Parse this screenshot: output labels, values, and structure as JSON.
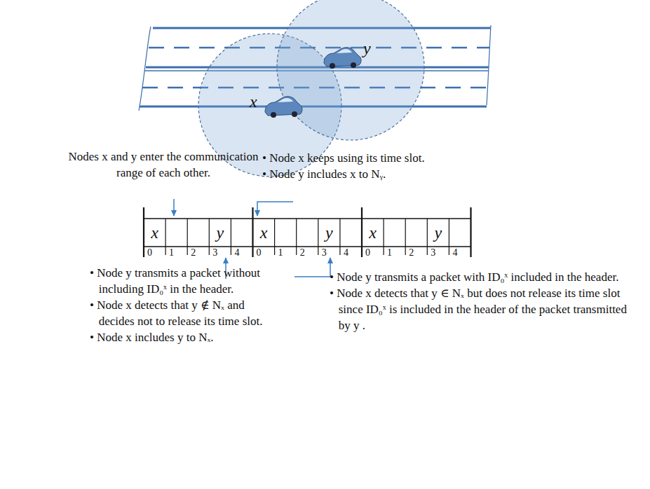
{
  "diagram": {
    "nodes": [
      {
        "text": [
          "x"
        ]
      },
      {
        "text": [
          "y"
        ]
      },
      {
        "text": [
          "x"
        ]
      },
      {
        "text": [
          "y"
        ]
      },
      {
        "text": [
          "x"
        ]
      },
      {
        "text": [
          "y"
        ]
      }
    ],
    "labels": [
      "x",
      "y",
      "Nodes x and y enter the communication range of each other.",
      "• Node x keeps using its time slot.",
      "• Node y includes x to Nᵧ.",
      "• Node y transmits a packet without including ID₀ˣ in the header.",
      "• Node x detects that y ∉ Nₓ and decides not to release its time slot.",
      "• Node x includes y to Nₓ.",
      "• Node y transmits a packet with ID₀ˣ included in the header.",
      "• Node x detects that y ∈ Nₓ but does not release its time slot since ID₀ˣ is included in the header of the packet transmitted by y .",
      "0",
      "1",
      "2",
      "3",
      "4",
      "0",
      "1",
      "2",
      "3",
      "4",
      "0",
      "1",
      "2",
      "3",
      "4"
    ]
  }
}
